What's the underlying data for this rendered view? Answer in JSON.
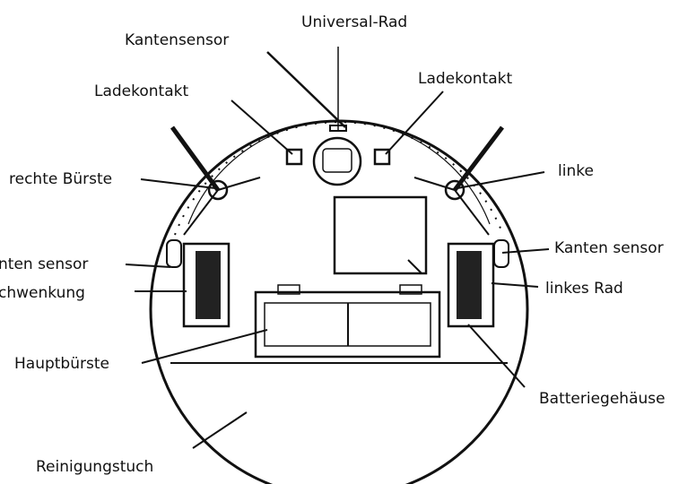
{
  "diagram": {
    "labels": {
      "universal_rad": "Universal-Rad",
      "kantensensor_top": "Kantensensor",
      "ladekontakt_left": "Ladekontakt",
      "ladekontakt_right": "Ladekontakt",
      "rechte_buerste": "rechte Bürste",
      "linke": "linke",
      "kanten_sensor_left": "nten sensor",
      "kanten_sensor_right": "Kanten sensor",
      "schwenkung": "chwenkung",
      "linkes_rad": "linkes Rad",
      "hauptbuerste": "Hauptbürste",
      "batteriegehaeuse": "Batteriegehäuse",
      "reinigungstuch": "Reinigungstuch"
    },
    "colors": {
      "line": "#111111",
      "background": "#ffffff"
    }
  }
}
